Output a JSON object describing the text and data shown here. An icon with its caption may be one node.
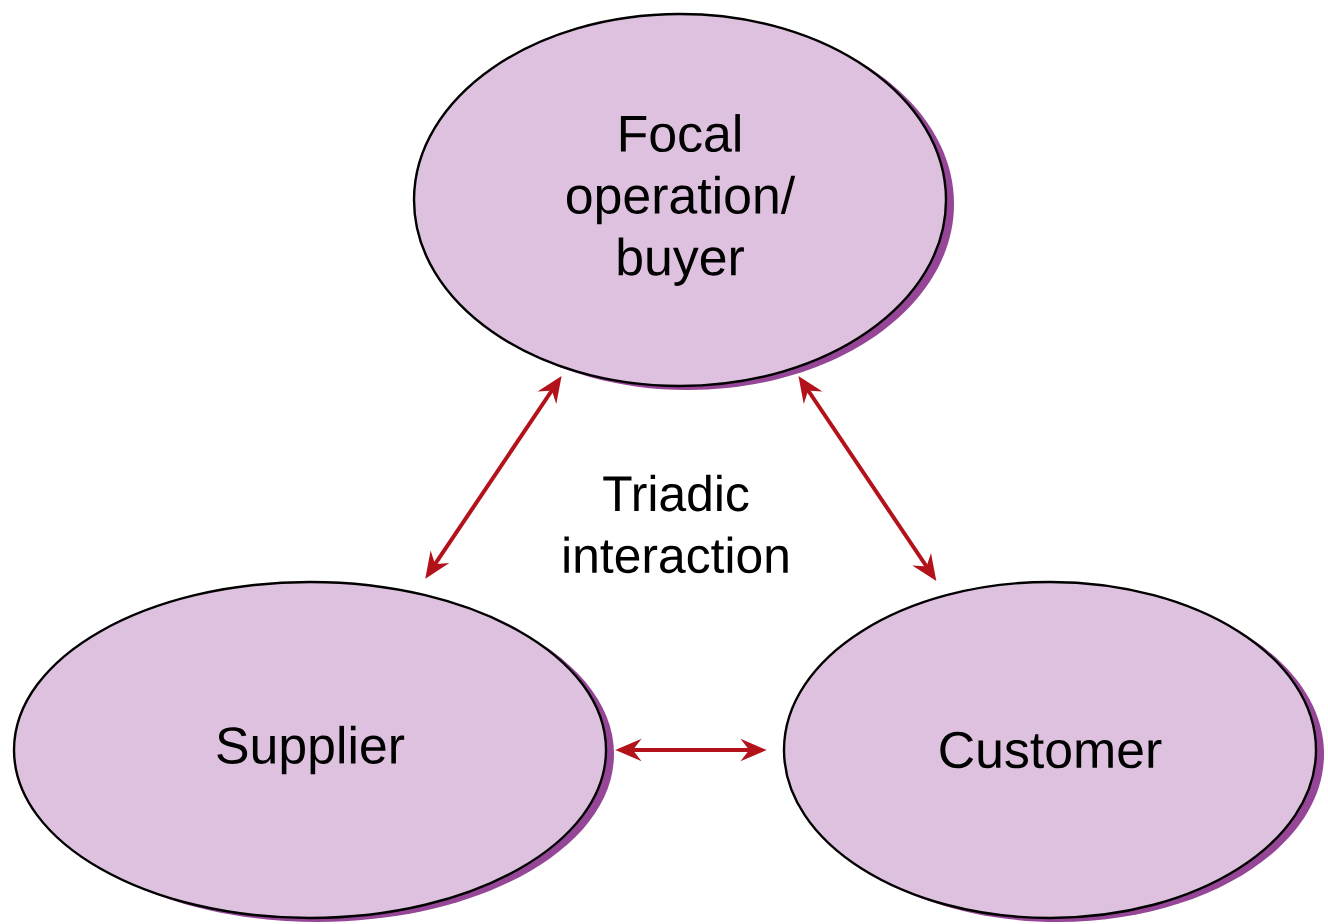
{
  "diagram": {
    "nodes": [
      {
        "text": [
          "Focal operation/ buyer"
        ]
      },
      {
        "text": [
          "Supplier"
        ]
      },
      {
        "text": [
          "Customer"
        ]
      }
    ],
    "edges": [
      {
        "from": 0,
        "to": 1,
        "arrow": "both"
      },
      {
        "from": 0,
        "to": 2,
        "arrow": "both"
      },
      {
        "from": 1,
        "to": 2,
        "arrow": "both"
      }
    ],
    "labels": [
      "Triadic interaction"
    ]
  }
}
